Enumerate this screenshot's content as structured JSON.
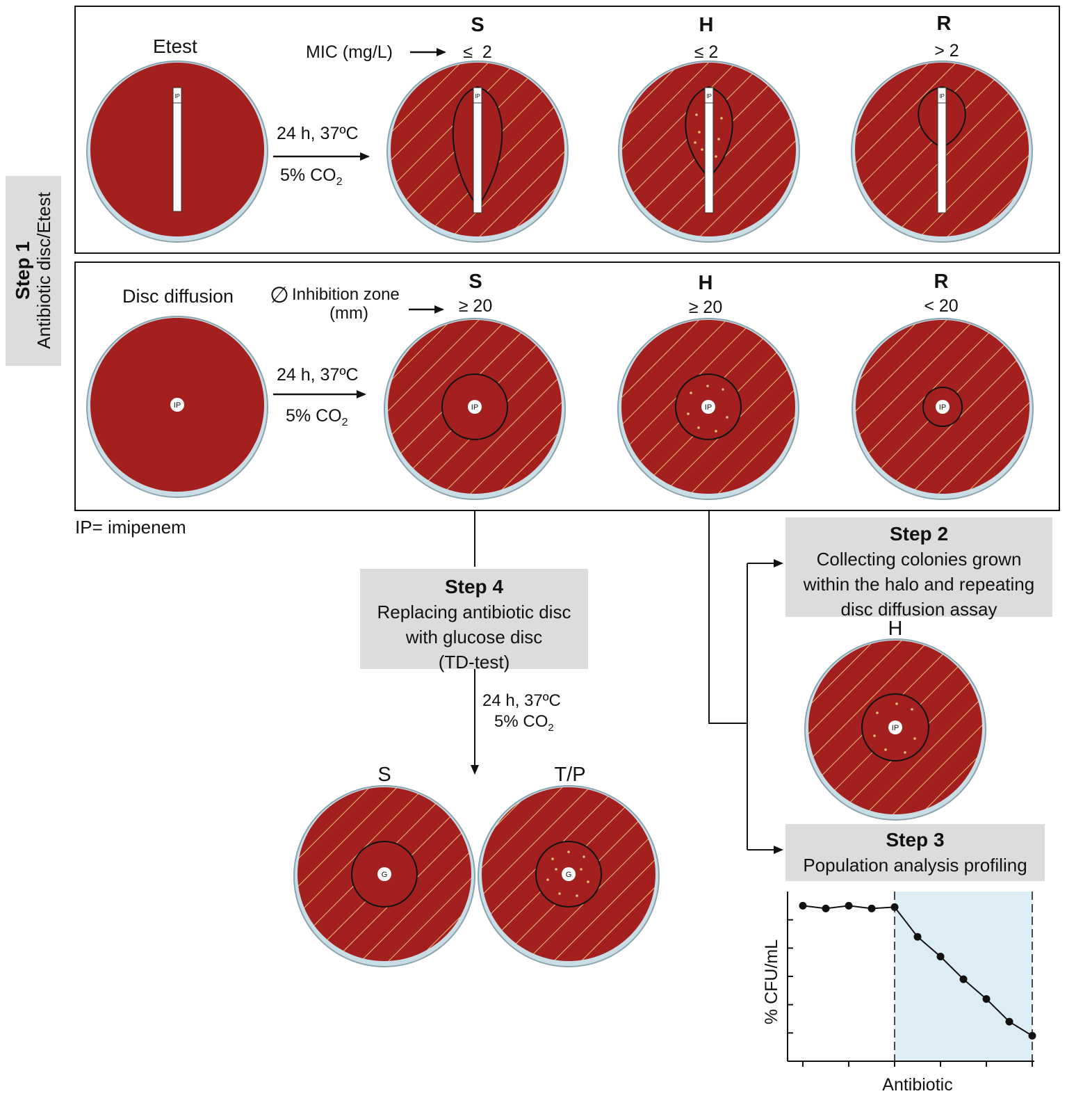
{
  "step1": {
    "side_title": "Step 1",
    "side_subtitle": "Antibiotic disc/Etest",
    "etest": {
      "title": "Etest",
      "mic_label": "MIC (mg/L)",
      "incubation_line1": "24 h, 37ºC",
      "incubation_line2_prefix": "5% CO",
      "incubation_line2_sub": "2",
      "strip_label": "IP",
      "results": [
        {
          "category": "S",
          "threshold": "≤  2"
        },
        {
          "category": "H",
          "threshold": "≤ 2"
        },
        {
          "category": "R",
          "threshold": "> 2"
        }
      ]
    },
    "disc": {
      "title": "Disc diffusion",
      "zone_symbol": "∅",
      "zone_label_line1": "Inhibition zone",
      "zone_label_line2": "(mm)",
      "incubation_line1": "24 h, 37ºC",
      "incubation_line2_prefix": "5% CO",
      "incubation_line2_sub": "2",
      "disc_label": "IP",
      "results": [
        {
          "category": "S",
          "threshold": "≥ 20"
        },
        {
          "category": "H",
          "threshold": "≥ 20"
        },
        {
          "category": "R",
          "threshold": "< 20"
        }
      ]
    },
    "legend": "IP= imipenem"
  },
  "step2": {
    "title": "Step 2",
    "line1": "Collecting colonies grown",
    "line2": "within the halo and repeating",
    "line3": "disc diffusion assay",
    "plate_label": "H",
    "disc_label": "IP"
  },
  "step3": {
    "title": "Step 3",
    "subtitle": "Population analysis profiling"
  },
  "step4": {
    "title": "Step 4",
    "line1": "Replacing antibiotic disc",
    "line2": "with glucose disc",
    "line3": "(TD-test)",
    "incubation_line1": "24 h, 37ºC",
    "incubation_line2_prefix": "5% CO",
    "incubation_line2_sub": "2",
    "disc_label": "G",
    "plates": [
      {
        "label": "S"
      },
      {
        "label": "T/P"
      }
    ]
  },
  "colors": {
    "agar": "#a3201f",
    "hatch": "#e8c27a",
    "dish_rim": "#c9dde6",
    "antibiotic_zone": "#dcedf5",
    "box_grey": "#dcdcdc"
  },
  "chart_data": {
    "type": "line",
    "xlabel": "Antibiotic",
    "ylabel": "% CFU/mL",
    "x": [
      0,
      1,
      2,
      3,
      4,
      5,
      6,
      7,
      8,
      9,
      10
    ],
    "values": [
      95,
      94,
      95,
      94,
      94.5,
      84,
      77,
      69,
      62,
      54,
      49
    ],
    "ylim": [
      40,
      100
    ],
    "antibiotic_region_start_index": 4,
    "grid": false
  }
}
